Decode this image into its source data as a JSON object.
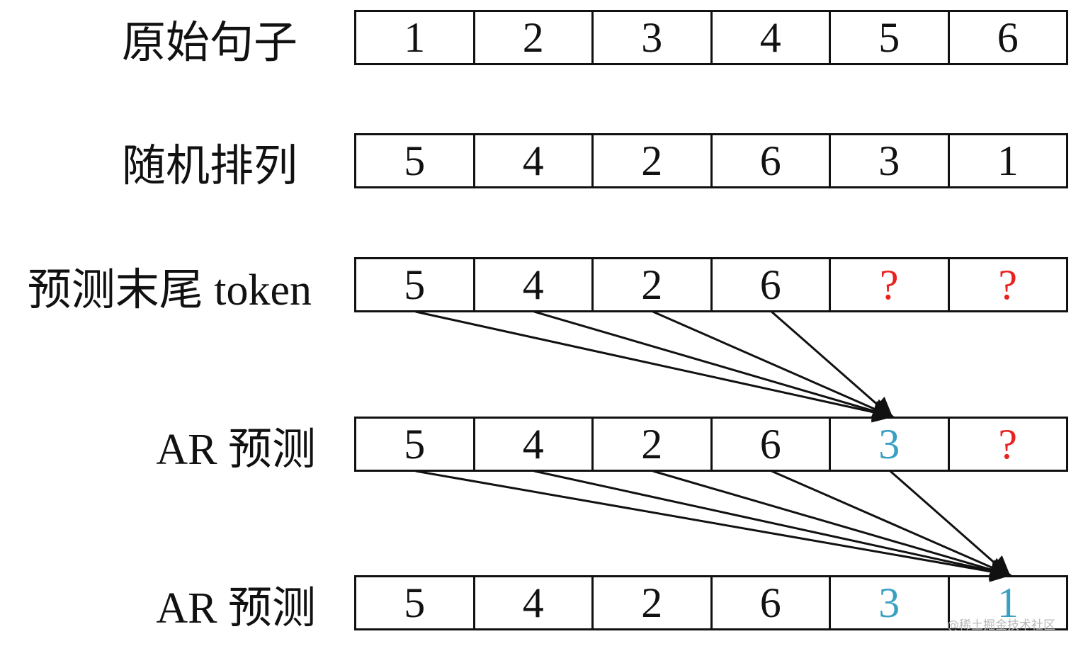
{
  "rows": [
    {
      "label": "原始句子",
      "cells": [
        {
          "text": "1",
          "state": "known"
        },
        {
          "text": "2",
          "state": "known"
        },
        {
          "text": "3",
          "state": "known"
        },
        {
          "text": "4",
          "state": "known"
        },
        {
          "text": "5",
          "state": "known"
        },
        {
          "text": "6",
          "state": "known"
        }
      ]
    },
    {
      "label": "随机排列",
      "cells": [
        {
          "text": "5",
          "state": "known"
        },
        {
          "text": "4",
          "state": "known"
        },
        {
          "text": "2",
          "state": "known"
        },
        {
          "text": "6",
          "state": "known"
        },
        {
          "text": "3",
          "state": "known"
        },
        {
          "text": "1",
          "state": "known"
        }
      ]
    },
    {
      "label": "预测末尾 token",
      "cells": [
        {
          "text": "5",
          "state": "known"
        },
        {
          "text": "4",
          "state": "known"
        },
        {
          "text": "2",
          "state": "known"
        },
        {
          "text": "6",
          "state": "known"
        },
        {
          "text": "?",
          "state": "unknown"
        },
        {
          "text": "?",
          "state": "unknown"
        }
      ]
    },
    {
      "label": "AR 预测",
      "cells": [
        {
          "text": "5",
          "state": "known"
        },
        {
          "text": "4",
          "state": "known"
        },
        {
          "text": "2",
          "state": "known"
        },
        {
          "text": "6",
          "state": "known"
        },
        {
          "text": "3",
          "state": "predicted"
        },
        {
          "text": "?",
          "state": "unknown"
        }
      ]
    },
    {
      "label": "AR 预测",
      "cells": [
        {
          "text": "5",
          "state": "known"
        },
        {
          "text": "4",
          "state": "known"
        },
        {
          "text": "2",
          "state": "known"
        },
        {
          "text": "6",
          "state": "known"
        },
        {
          "text": "3",
          "state": "predicted"
        },
        {
          "text": "1",
          "state": "predicted"
        }
      ]
    }
  ],
  "arrow_groups": [
    {
      "from_row": 2,
      "from_cells": [
        0,
        1,
        2,
        3
      ],
      "to_row": 3,
      "to_cell": 4
    },
    {
      "from_row": 3,
      "from_cells": [
        0,
        1,
        2,
        3,
        4
      ],
      "to_row": 4,
      "to_cell": 5
    }
  ],
  "colors": {
    "ink": "#111111",
    "unknown": "#e8231f",
    "predicted": "#3aa0c2"
  },
  "watermark": "@稀土掘金技术社区"
}
